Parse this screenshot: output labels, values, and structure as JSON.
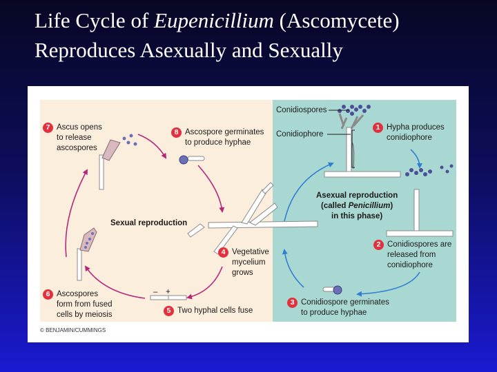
{
  "title": {
    "line1_prefix": "Life Cycle of ",
    "line1_italic": "Eupenicillium",
    "line1_suffix": " (Ascomycete)",
    "line2": "Reproduces Asexually and Sexually"
  },
  "labels": {
    "conidiospores": "Conidiospores",
    "conidiophore": "Conidiophore",
    "sexual_reproduction": "Sexual reproduction",
    "asexual_line1": "Asexual reproduction",
    "asexual_line2_prefix": "(called ",
    "asexual_line2_italic": "Penicillium",
    "asexual_line3": "in this phase)",
    "plus": "+",
    "minus": "–"
  },
  "steps": [
    {
      "num": "1",
      "lines": [
        "Hypha produces",
        "conidiophore"
      ]
    },
    {
      "num": "2",
      "lines": [
        "Conidiospores are",
        "released from",
        "conidiophore"
      ]
    },
    {
      "num": "3",
      "lines": [
        "Conidiospore germinates",
        "to produce hyphae"
      ]
    },
    {
      "num": "4",
      "lines": [
        "Vegetative",
        "mycelium",
        "grows"
      ]
    },
    {
      "num": "5",
      "lines": [
        "Two hyphal cells fuse"
      ]
    },
    {
      "num": "6",
      "lines": [
        "Ascospores",
        "form from fused",
        "cells by meiosis"
      ]
    },
    {
      "num": "7",
      "lines": [
        "Ascus opens",
        "to release",
        "ascospores"
      ]
    },
    {
      "num": "8",
      "lines": [
        "Ascospore germinates",
        "to produce hyphae"
      ]
    }
  ],
  "credit": "© BENJAMIN/CUMMINGS",
  "colors": {
    "background_top": "#070724",
    "background_bottom": "#1a1ad2",
    "sexual_panel": "#fbeedd",
    "asexual_panel": "#a9d8d3",
    "step_badge": "#e0313d",
    "sexual_arrow": "#b5267a",
    "asexual_arrow": "#2f7fd0",
    "spore": "#6b6fb5"
  }
}
